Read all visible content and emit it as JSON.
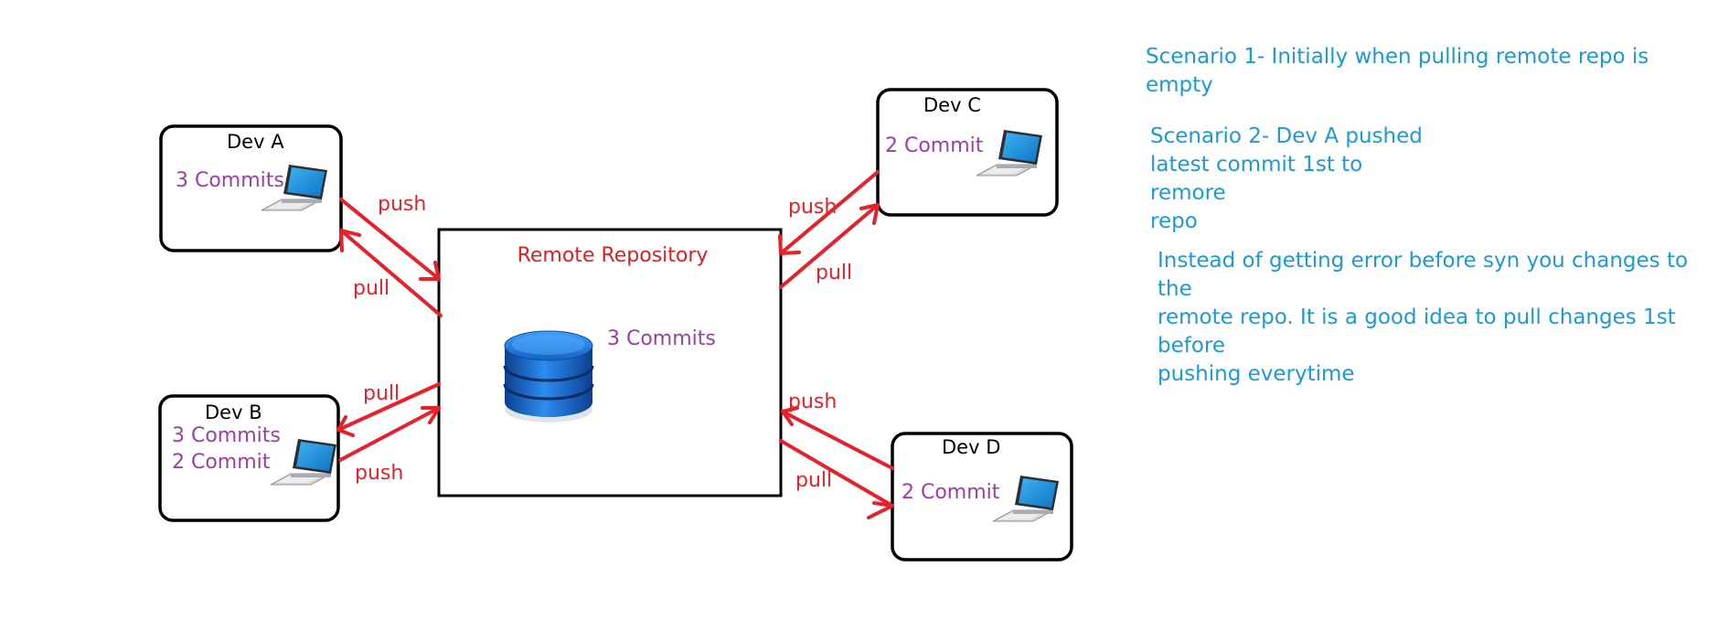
{
  "repository": {
    "title": "Remote Repository",
    "commits": "3 Commits"
  },
  "developers": [
    {
      "name": "Dev A",
      "commits": [
        "3 Commits"
      ]
    },
    {
      "name": "Dev B",
      "commits": [
        "3 Commits",
        "2 Commit"
      ]
    },
    {
      "name": "Dev C",
      "commits": [
        "2 Commit"
      ]
    },
    {
      "name": "Dev D",
      "commits": [
        "2 Commit"
      ]
    }
  ],
  "arrows": {
    "dev_a_push": "push",
    "dev_a_pull": "pull",
    "dev_b_pull": "pull",
    "dev_b_push": "push",
    "dev_c_push": "push",
    "dev_c_pull": "pull",
    "dev_d_push": "push",
    "dev_d_pull": "pull"
  },
  "notes": {
    "scenario_1": "Scenario 1- Initially when pulling remote repo is empty",
    "scenario_2": "Scenario 2- Dev A pushed\nlatest commit 1st to remore\nrepo",
    "advice": "Instead of getting error before syn you changes to the\nremote repo. It is a good idea to pull changes 1st before\npushing everytime"
  },
  "colors": {
    "arrow": "#e8202a",
    "commit_text": "#9b3fa6",
    "repo_title": "#e02020",
    "note_text": "#1a9ad6",
    "laptop_screen": "#1e8fd6",
    "database": "#1565c0"
  },
  "icons": [
    "laptop-icon",
    "database-icon"
  ]
}
